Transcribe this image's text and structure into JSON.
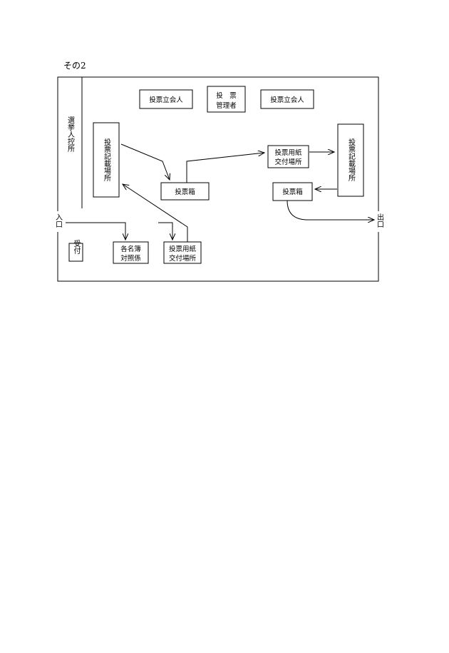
{
  "caption": "その2",
  "labels": {
    "observer_left": "投票立会人",
    "manager_line1": "投　票",
    "manager_line2": "管理者",
    "observer_right": "投票立会人",
    "waiting_area": "選挙人控所",
    "booth_left": "投票記載場所",
    "booth_right": "投票記載場所",
    "ballot_box_left": "投票箱",
    "ballot_box_right": "投票箱",
    "issue_top_line1": "投票用紙",
    "issue_top_line2": "交付場所",
    "issue_bottom_line1": "投票用紙",
    "issue_bottom_line2": "交付場所",
    "roll_check_line1": "各名簿",
    "roll_check_line2": "対照係",
    "reception": "受付",
    "entrance": "入口",
    "exit": "出口"
  }
}
